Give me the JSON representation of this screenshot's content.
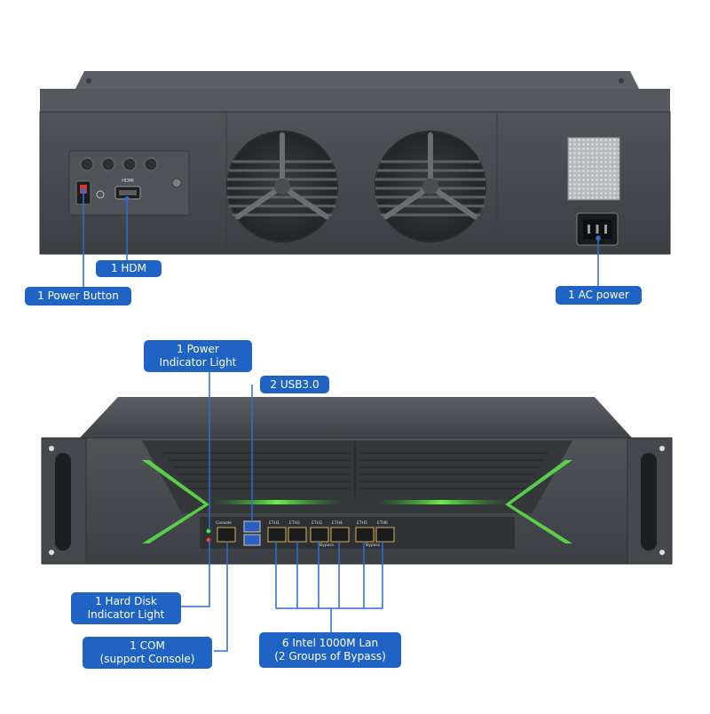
{
  "callouts": {
    "hdmi": "1 HDM",
    "power_button": "1 Power Button",
    "ac_power": "1 AC power",
    "power_light": [
      "1 Power",
      "Indicator Light"
    ],
    "usb": "2 USB3.0",
    "hdd_light": [
      "1 Hard Disk",
      "Indicator Light"
    ],
    "com": [
      "1 COM",
      "(support Console)"
    ],
    "lan": [
      "6 Intel 1000M Lan",
      "(2 Groups of Bypass)"
    ]
  },
  "panel_labels": {
    "hdmi_port": "HDMI",
    "console": "Console",
    "eth": [
      "ETH1",
      "ETH2",
      "ETH3",
      "ETH4",
      "ETH5",
      "ETH6"
    ],
    "bypass_1": "Bypass",
    "bypass_2": "Bypass"
  },
  "colors": {
    "callout": "#1f64c4",
    "leader": "#2a6fd1",
    "chassis": "#4a4d51",
    "accent_glow": "#4fe03b",
    "port": "#d9b25a"
  },
  "icons": [
    "fan-grille-icon",
    "power-symbol-icon",
    "ac-inlet-icon",
    "rack-handle-icon"
  ]
}
